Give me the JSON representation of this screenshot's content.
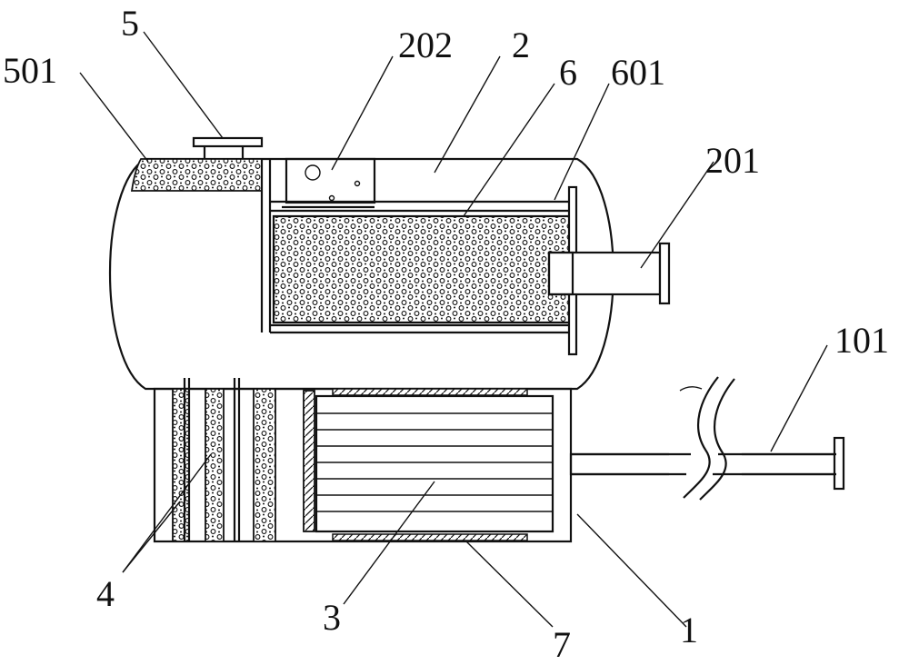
{
  "labels": {
    "l5": "5",
    "l202": "202",
    "l2": "2",
    "l6": "6",
    "l601": "601",
    "l501": "501",
    "l201": "201",
    "l101": "101",
    "l4": "4",
    "l3": "3",
    "l7": "7",
    "l1": "1"
  }
}
